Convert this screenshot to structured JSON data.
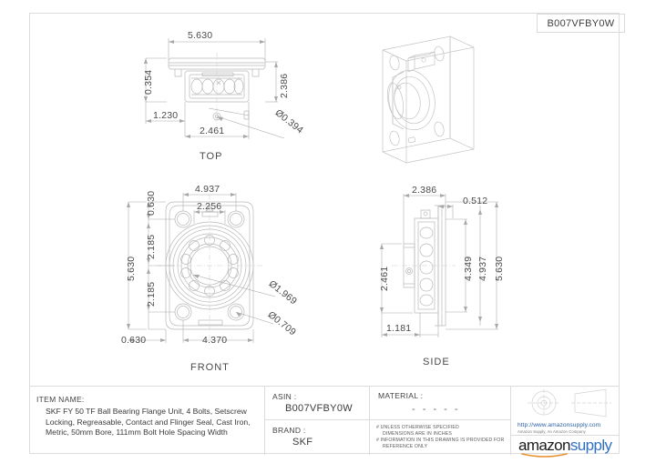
{
  "sheet": {
    "asin_tag": "B007VFBY0W"
  },
  "views": {
    "top": {
      "label": "TOP",
      "dims": {
        "width_overall": "5.630",
        "height_flange": "0.354",
        "height_overall": "2.386",
        "offset_left": "1.230",
        "center_span": "2.461",
        "hole_dia": "Ø0.394"
      }
    },
    "iso": {
      "label": ""
    },
    "front": {
      "label": "FRONT",
      "dims": {
        "bolt_span_h": "4.937",
        "inner_span": "2.256",
        "edge_top": "0.630",
        "half_up": "2.185",
        "half_down": "2.185",
        "height_overall": "5.630",
        "edge_bottom": "0.630",
        "bottom_span": "4.370",
        "bore_dia": "Ø1.969",
        "bolt_hole_dia": "Ø0.709"
      }
    },
    "side": {
      "label": "SIDE",
      "dims": {
        "depth_overall": "2.386",
        "flange_thk": "0.512",
        "housing_h": "2.461",
        "bolt_span_v": "4.349",
        "inner_h": "4.937",
        "height_overall": "5.630",
        "base_offset": "1.181"
      }
    }
  },
  "title_block": {
    "item_name_label": "ITEM NAME:",
    "item_name_value": "SKF FY 50 TF Ball Bearing Flange Unit, 4 Bolts, Setscrew Locking, Regreasable, Contact and Flinger Seal, Cast Iron, Metric, 50mm Bore, 111mm Bolt Hole Spacing Width",
    "asin_label": "ASIN :",
    "asin_value": "B007VFBY0W",
    "brand_label": "BRAND :",
    "brand_value": "SKF",
    "material_label": "MATERIAL :",
    "material_value": "- - - - -",
    "note_1_line_1": "# UNLESS OTHERWISE SPECIFIED",
    "note_1_line_2": "DIMENSIONS ARE IN INCHES",
    "note_2_line_1": "# INFORMATION IN THIS DRAWING IS PROVIDED FOR",
    "note_2_line_2": "REFERENCE ONLY",
    "url": "http://www.amazonsupply.com",
    "url_sub": "Amazon Supply, An Amazon Company",
    "logo_amazon": "amazon",
    "logo_supply": "supply"
  },
  "colors": {
    "line": "#b8b8b8",
    "dim_line": "#a8a8a8",
    "text": "#3a3a3a",
    "link": "#2b5fa8",
    "logo_blue": "#2f6fc4",
    "frame": "#dcdcdc"
  }
}
